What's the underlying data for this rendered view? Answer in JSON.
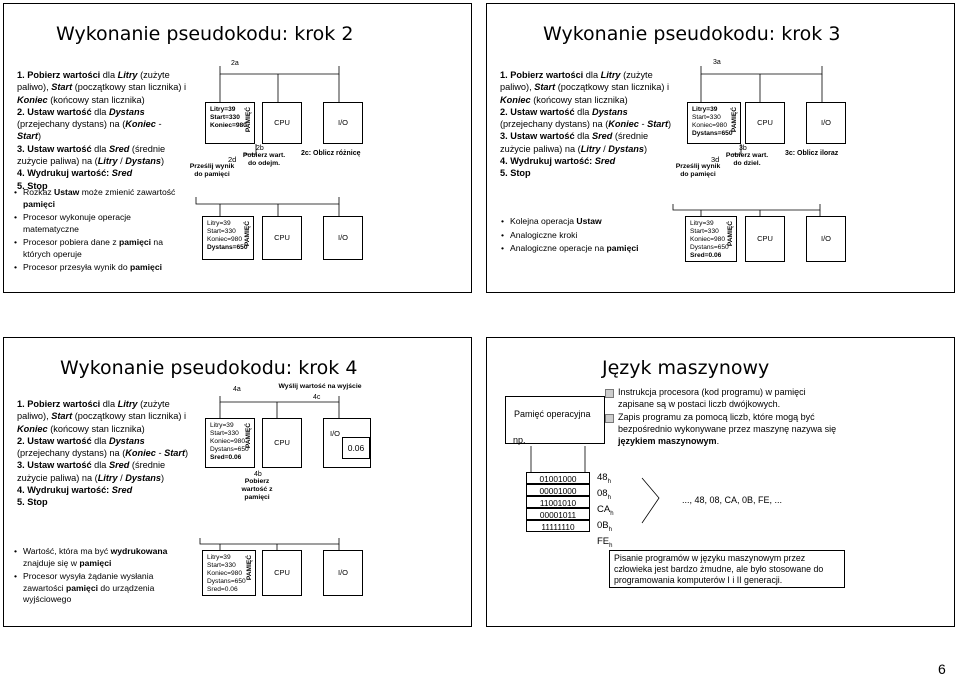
{
  "page_number": "6",
  "labels": {
    "memory": "PAMIĘĆ",
    "cpu": "CPU",
    "io": "I/O"
  },
  "slide1": {
    "title": "Wykonanie pseudokodu: krok 2",
    "steps": [
      "1. Pobierz wartości dla Litry (zużyte paliwo), Start (początkowy stan licznika) i Koniec (końcowy stan licznika)",
      "2. Ustaw wartość dla Dystans (przejechany dystans) na (Koniec - Start)",
      "3. Ustaw wartość dla Sred (średnie zużycie paliwa) na (Litry / Dystans)",
      "4. Wydrukuj wartość: Sred",
      "5. Stop"
    ],
    "label_2a": "2a",
    "label_2b": "2b",
    "label_2b_text": "Pobierz wart. do odejm.",
    "label_2c": "2c: Oblicz różnicę",
    "label_2d": "2d",
    "label_2d_text": "Prześlij wynik do pamięci",
    "mem_top": [
      "Litry=39",
      "Start=330",
      "Koniec=980"
    ],
    "bullets": [
      "Rozkaz Ustaw może zmienić zawartość pamięci",
      "Procesor wykonuje operacje matematyczne",
      "Procesor pobiera dane z pamięci na których operuje",
      "Procesor przesyła wynik do pamięci"
    ],
    "mem_bottom": [
      "Litry=39",
      "Start=330",
      "Koniec=980",
      "Dystans=650"
    ]
  },
  "slide2": {
    "title": "Wykonanie pseudokodu: krok 3",
    "steps": [
      "1. Pobierz wartości dla Litry (zużyte paliwo), Start (początkowy stan licznika) i Koniec (końcowy stan licznika)",
      "2. Ustaw wartość dla Dystans (przejechany dystans) na (Koniec - Start)",
      "3. Ustaw wartość dla Sred (średnie zużycie paliwa) na (Litry / Dystans)",
      "4. Wydrukuj wartość: Sred",
      "5. Stop"
    ],
    "label_3a": "3a",
    "label_3b": "3b",
    "label_3b_text": "Pobierz wart. do dziel.",
    "label_3c": "3c: Oblicz iloraz",
    "label_3d": "3d",
    "label_3d_text": "Prześlij wynik do pamięci",
    "mem_top": [
      "Litry=39",
      "Start=330",
      "Koniec=980",
      "Dystans=650"
    ],
    "bullets": [
      "Kolejna operacja Ustaw",
      "Analogiczne kroki",
      "Analogiczne operacje na pamięci"
    ],
    "mem_bottom": [
      "Litry=39",
      "Start=330",
      "Koniec=980",
      "Dystans=650",
      "Sred=0.06"
    ]
  },
  "slide3": {
    "title": "Wykonanie pseudokodu: krok 4",
    "steps": [
      "1. Pobierz wartości dla Litry (zużyte paliwo), Start (początkowy stan licznika) i Koniec (końcowy stan licznika)",
      "2. Ustaw wartość dla Dystans (przejechany dystans) na (Koniec - Start)",
      "3. Ustaw wartość dla Sred (średnie zużycie paliwa) na (Litry / Dystans)",
      "4. Wydrukuj wartość: Sred",
      "5. Stop"
    ],
    "label_4a": "4a",
    "label_4b": "4b",
    "label_4b_text": "Pobierz wartość z pamięci",
    "label_4c": "4c",
    "label_4c_text": "Wyślij wartość na wyjście",
    "screen_value": "0.06",
    "mem_top": [
      "Litry=39",
      "Start=330",
      "Koniec=980",
      "Dystans=650",
      "Sred=0.06"
    ],
    "bullets": [
      "Wartość, która ma być wydrukowana znajduje się w pamięci",
      "Procesor wysyła żądanie wysłania zawartości pamięci do urządzenia wyjściowego"
    ],
    "mem_bottom": [
      "Litry=39",
      "Start=330",
      "Koniec=980",
      "Dystans=650",
      "Sred=0.06"
    ]
  },
  "slide4": {
    "title": "Język maszynowy",
    "memory_label": "Pamięć operacyjna",
    "np": "np.",
    "binary": [
      "01001000",
      "00001000",
      "11001010",
      "00001011",
      "11111110"
    ],
    "hex": [
      [
        "48",
        "h"
      ],
      [
        "08",
        "h"
      ],
      [
        "CA",
        "h"
      ],
      [
        "0B",
        "h"
      ],
      [
        "FE",
        "h"
      ]
    ],
    "sequence": "..., 48, 08, CA, 0B, FE, ...",
    "bullets": [
      "Instrukcja procesora (kod programu) w pamięci zapisane są w postaci liczb dwójkowych.",
      "Zapis programu za pomocą liczb, które mogą być bezpośrednio wykonywane przez maszynę nazywa się językiem maszynowym."
    ],
    "note": "Pisanie programów w języku maszynowym przez człowieka jest bardzo żmudne, ale było stosowane do programowania komputerów I i II generacji."
  }
}
